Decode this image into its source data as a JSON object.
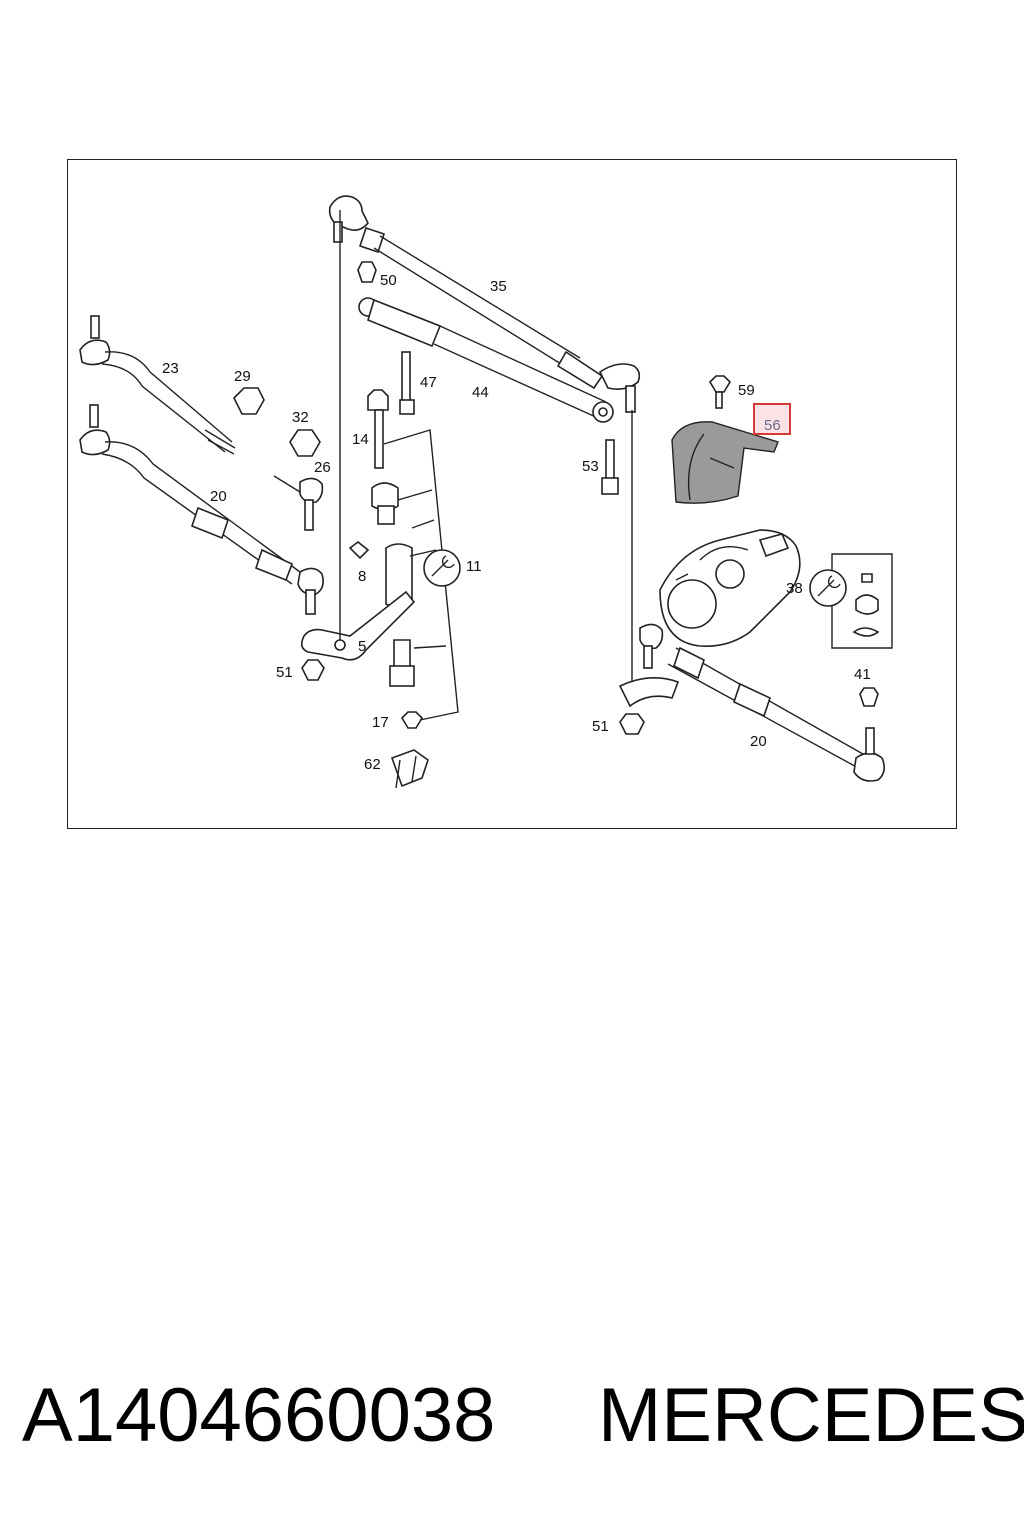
{
  "diagram": {
    "callouts": {
      "c35": "35",
      "c50": "50",
      "c23": "23",
      "c29": "29",
      "c47": "47",
      "c44": "44",
      "c59": "59",
      "c56": "56",
      "c32": "32",
      "c14": "14",
      "c26": "26",
      "c53": "53",
      "c20a": "20",
      "c8": "8",
      "c11": "11",
      "c38": "38",
      "c5": "5",
      "c51a": "51",
      "c41": "41",
      "c17": "17",
      "c51b": "51",
      "c20b": "20",
      "c62": "62"
    },
    "highlight_callout": "56",
    "highlight_color": "#d83a3a",
    "icons": [
      "wrench-icon",
      "wrench-icon"
    ]
  },
  "footer": {
    "part_number": "A1404660038",
    "brand": "MERCEDES"
  }
}
